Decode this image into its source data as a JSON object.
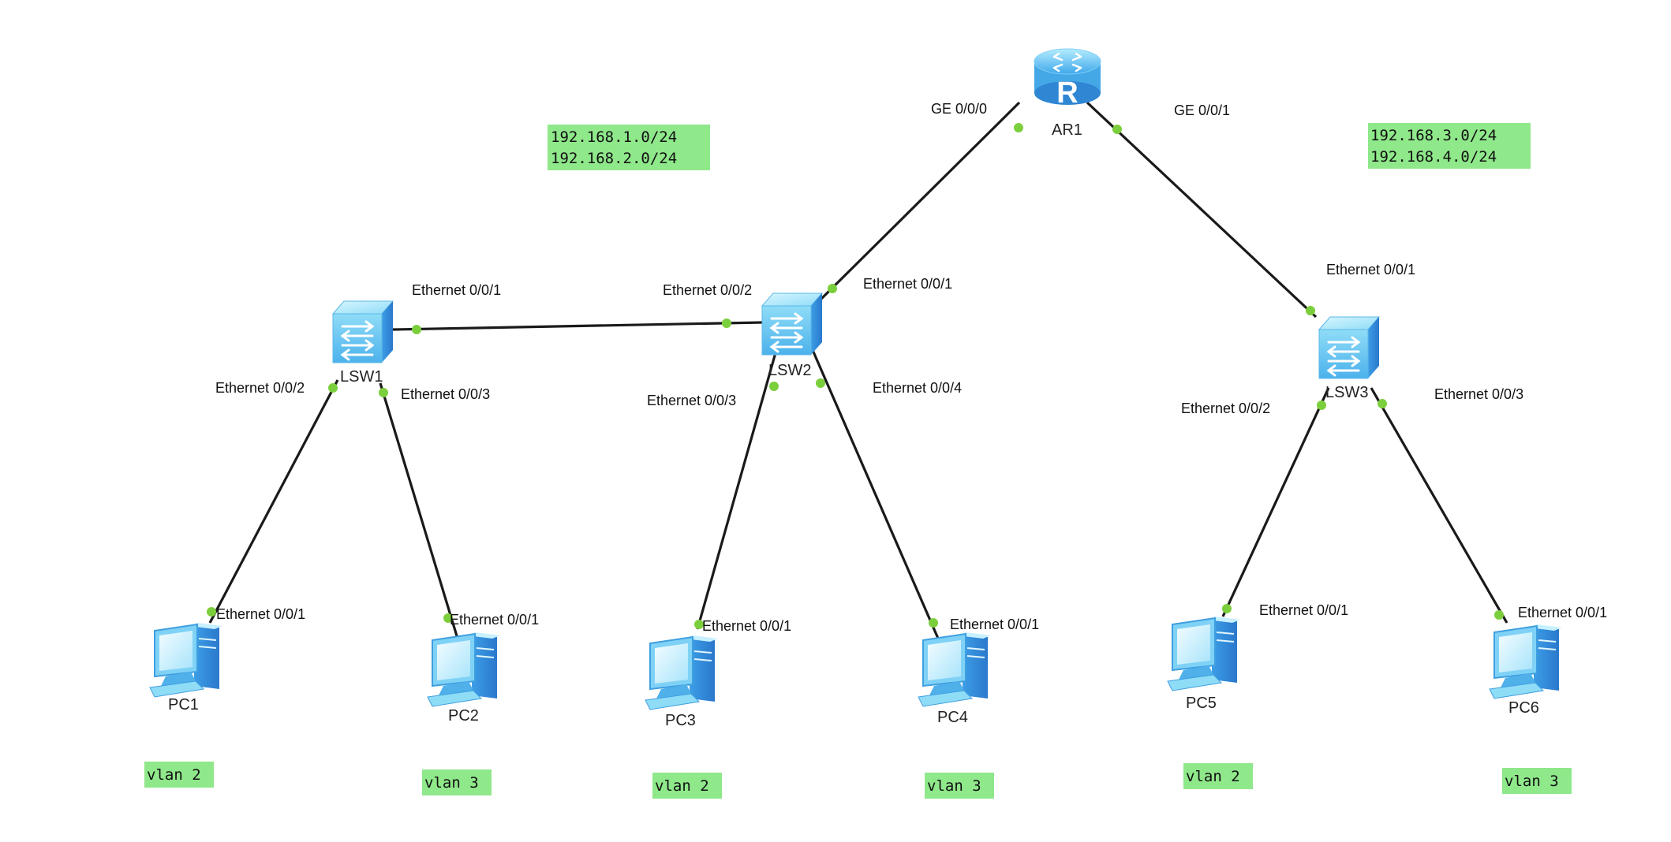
{
  "nodes": {
    "ar1": {
      "label": "AR1",
      "type": "router"
    },
    "lsw1": {
      "label": "LSW1",
      "type": "switch"
    },
    "lsw2": {
      "label": "LSW2",
      "type": "switch"
    },
    "lsw3": {
      "label": "LSW3",
      "type": "switch"
    },
    "pc1": {
      "label": "PC1",
      "type": "pc"
    },
    "pc2": {
      "label": "PC2",
      "type": "pc"
    },
    "pc3": {
      "label": "PC3",
      "type": "pc"
    },
    "pc4": {
      "label": "PC4",
      "type": "pc"
    },
    "pc5": {
      "label": "PC5",
      "type": "pc"
    },
    "pc6": {
      "label": "PC6",
      "type": "pc"
    }
  },
  "ports": {
    "ar1_ge000": "GE 0/0/0",
    "ar1_ge001": "GE 0/0/1",
    "lsw1_e001": "Ethernet 0/0/1",
    "lsw1_e002": "Ethernet 0/0/2",
    "lsw1_e003": "Ethernet 0/0/3",
    "lsw2_e001": "Ethernet 0/0/1",
    "lsw2_e002": "Ethernet 0/0/2",
    "lsw2_e003": "Ethernet 0/0/3",
    "lsw2_e004": "Ethernet 0/0/4",
    "lsw3_e001": "Ethernet 0/0/1",
    "lsw3_e002": "Ethernet 0/0/2",
    "lsw3_e003": "Ethernet 0/0/3",
    "pc1_e001": "Ethernet 0/0/1",
    "pc2_e001": "Ethernet 0/0/1",
    "pc3_e001": "Ethernet 0/0/1",
    "pc4_e001": "Ethernet 0/0/1",
    "pc5_e001": "Ethernet 0/0/1",
    "pc6_e001": "Ethernet 0/0/1"
  },
  "notes": {
    "left_subnets": [
      "192.168.1.0/24",
      "192.168.2.0/24"
    ],
    "right_subnets": [
      "192.168.3.0/24",
      "192.168.4.0/24"
    ],
    "pc1_vlan": "vlan 2",
    "pc2_vlan": "vlan 3",
    "pc3_vlan": "vlan 2",
    "pc4_vlan": "vlan 3",
    "pc5_vlan": "vlan 2",
    "pc6_vlan": "vlan 3"
  },
  "colors": {
    "note_fill": "#8fe88a",
    "port_dot": "#7ccf3c",
    "device_light": "#9fe4fb",
    "device_mid": "#4fb6ef",
    "device_dark": "#2f86d3"
  }
}
